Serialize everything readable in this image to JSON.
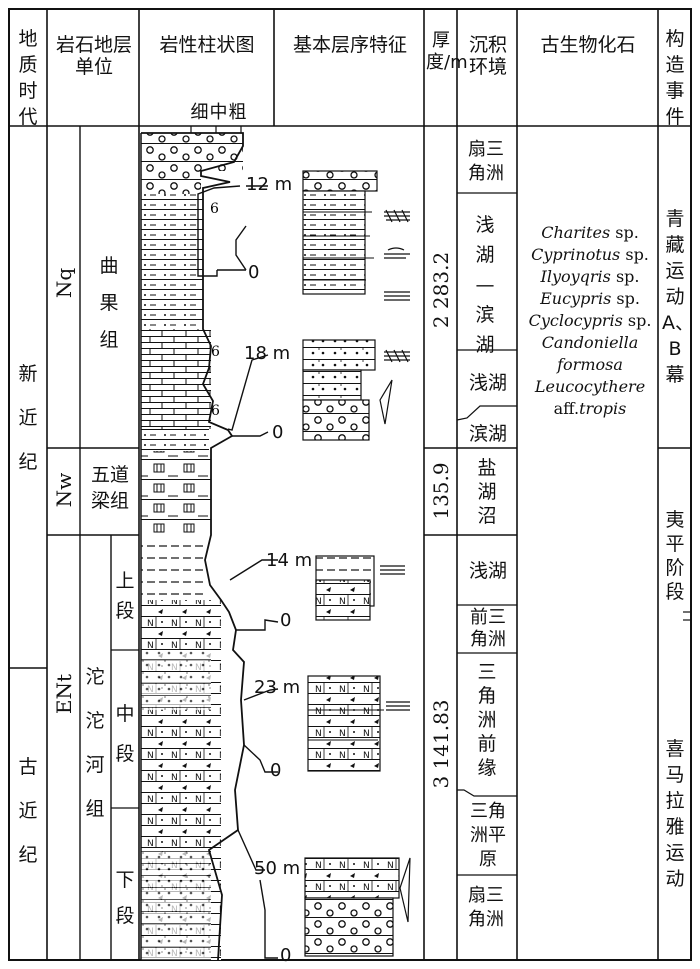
{
  "headers": {
    "geo_time": "地质时代",
    "strat_unit": "岩石地层单位",
    "column": "岩性柱状图",
    "grain": "细中粗",
    "sequence": "基本层序特征",
    "thickness": "厚度/m",
    "environment": "沉积环境",
    "fossils": "古生物化石",
    "tectonic": "构造事件"
  },
  "periods": [
    "新近纪",
    "古近纪"
  ],
  "formations": {
    "nq": {
      "code": "Nq",
      "name": "曲果组",
      "thickness": "2 283.2"
    },
    "nw": {
      "code": "Nw",
      "name": "五道梁组",
      "thickness": "135.9"
    },
    "ent": {
      "code": "ENt",
      "name": "沱沱河组",
      "thickness": "3 141.83"
    }
  },
  "members": [
    "上段",
    "中段",
    "下段"
  ],
  "environments": [
    "扇三角洲",
    "浅湖—滨湖",
    "浅湖",
    "滨湖",
    "盐湖沼",
    "浅湖",
    "前三角洲",
    "三角洲前缘",
    "三角洲平原",
    "扇三角洲"
  ],
  "fossils": [
    {
      "genus": "Charites",
      "suffix": " sp."
    },
    {
      "genus": "Cyprinotus",
      "suffix": " sp."
    },
    {
      "genus": "Ilyoyqris",
      "suffix": " sp."
    },
    {
      "genus": "Eucypris",
      "suffix": " sp."
    },
    {
      "genus": "Cyclocypris",
      "suffix": " sp."
    },
    {
      "genus": "Candoniella",
      "suffix": ""
    },
    {
      "genus": "formosa",
      "suffix": ""
    },
    {
      "genus": "Leucocythere",
      "suffix": ""
    },
    {
      "genus": "aff.",
      "suffix": "tropis"
    }
  ],
  "tectonic": [
    "青藏运动A、B幕",
    "夷平阶段",
    "喜马拉雅运动"
  ],
  "scales": [
    {
      "top": "12 m",
      "bottom": "0"
    },
    {
      "top": "18 m",
      "bottom": "0"
    },
    {
      "top": "14 m",
      "bottom": "0"
    },
    {
      "top": "23 m",
      "bottom": "0"
    },
    {
      "top": "50 m",
      "bottom": "0"
    }
  ]
}
